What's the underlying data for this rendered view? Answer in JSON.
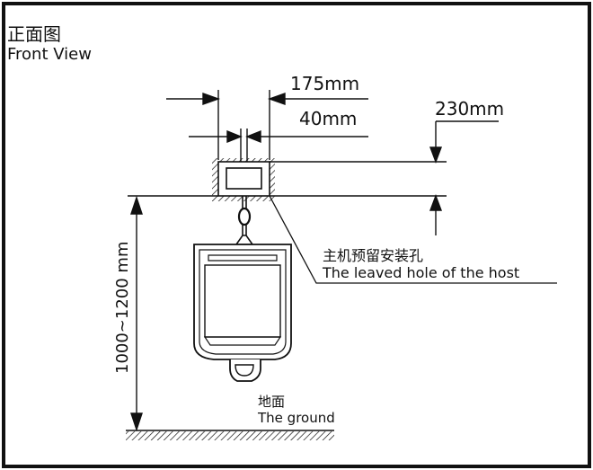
{
  "title_cn": "正面图",
  "title_en": "Front View",
  "dims": {
    "width_outer": "175mm",
    "width_inner": "40mm",
    "height_box": "230mm",
    "height_mount": "1000~1200 mm"
  },
  "labels": {
    "host_hole_cn": "主机预留安装孔",
    "host_hole_en": "The leaved hole of the host",
    "ground_cn": "地面",
    "ground_en": "The ground"
  }
}
